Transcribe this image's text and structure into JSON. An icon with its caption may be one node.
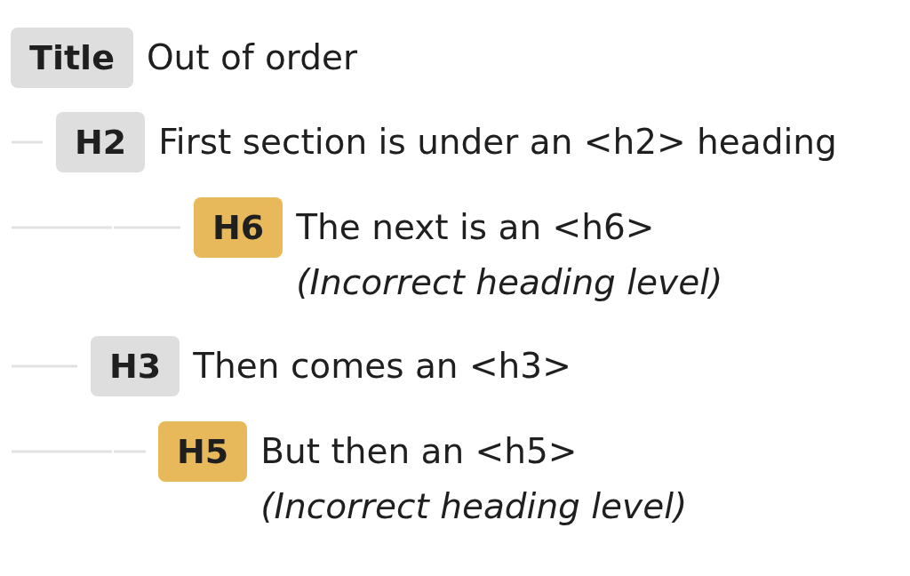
{
  "diagram": {
    "nodes": [
      {
        "text": [
          "Title"
        ],
        "beside": [
          "Out of order"
        ]
      },
      {
        "text": [
          "H2"
        ],
        "beside": [
          "First section is under an <h2> heading"
        ]
      },
      {
        "text": [
          "H6"
        ],
        "beside": [
          "The next is an <h6>",
          "(Incorrect heading level)"
        ]
      },
      {
        "text": [
          "H3"
        ],
        "beside": [
          "Then comes an <h3>"
        ]
      },
      {
        "text": [
          "H5"
        ],
        "beside": [
          "But then an <h5>",
          "(Incorrect heading level)"
        ]
      }
    ]
  }
}
